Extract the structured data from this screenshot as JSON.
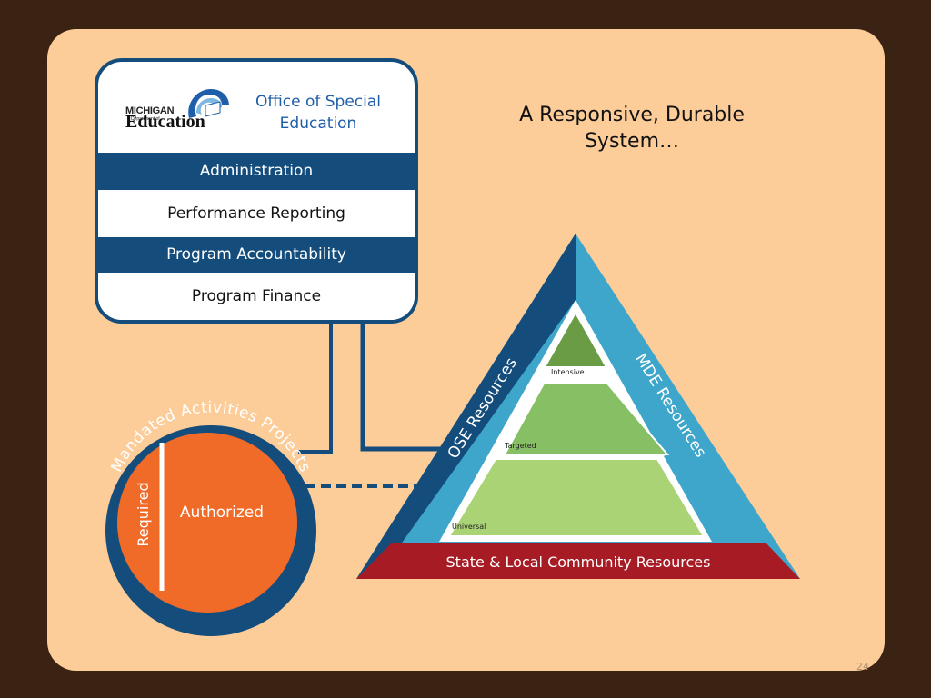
{
  "slide": {
    "heading": "A Responsive, Durable System…",
    "page_number": "24"
  },
  "org_card": {
    "logo": {
      "line1": "MICHIGAN",
      "line2": "Department of",
      "line3": "Education"
    },
    "office_title": "Office of Special Education",
    "sections": [
      {
        "label": "Administration",
        "style": "dark"
      },
      {
        "label": "Performance Reporting",
        "style": "light"
      },
      {
        "label": "Program Accountability",
        "style": "dark"
      },
      {
        "label": "Program Finance",
        "style": "light"
      }
    ]
  },
  "circle": {
    "arc_label": "Mandated Activities Projects",
    "required_label": "Required",
    "authorized_label": "Authorized"
  },
  "pyramid": {
    "left_side_label": "OSE Resources",
    "right_side_label": "MDE Resources",
    "base_label": "State & Local Community Resources",
    "tiers": [
      {
        "label": "Intensive",
        "color": "#6a9b45"
      },
      {
        "label": "Targeted",
        "color": "#87bf65"
      },
      {
        "label": "Universal",
        "color": "#a9d375"
      }
    ]
  },
  "colors": {
    "navy": "#144d7c",
    "orange": "#f06a28",
    "light_blue": "#3fa6cb",
    "red": "#a71c24",
    "slide_bg": "#fccc99",
    "frame": "#3b2314"
  }
}
